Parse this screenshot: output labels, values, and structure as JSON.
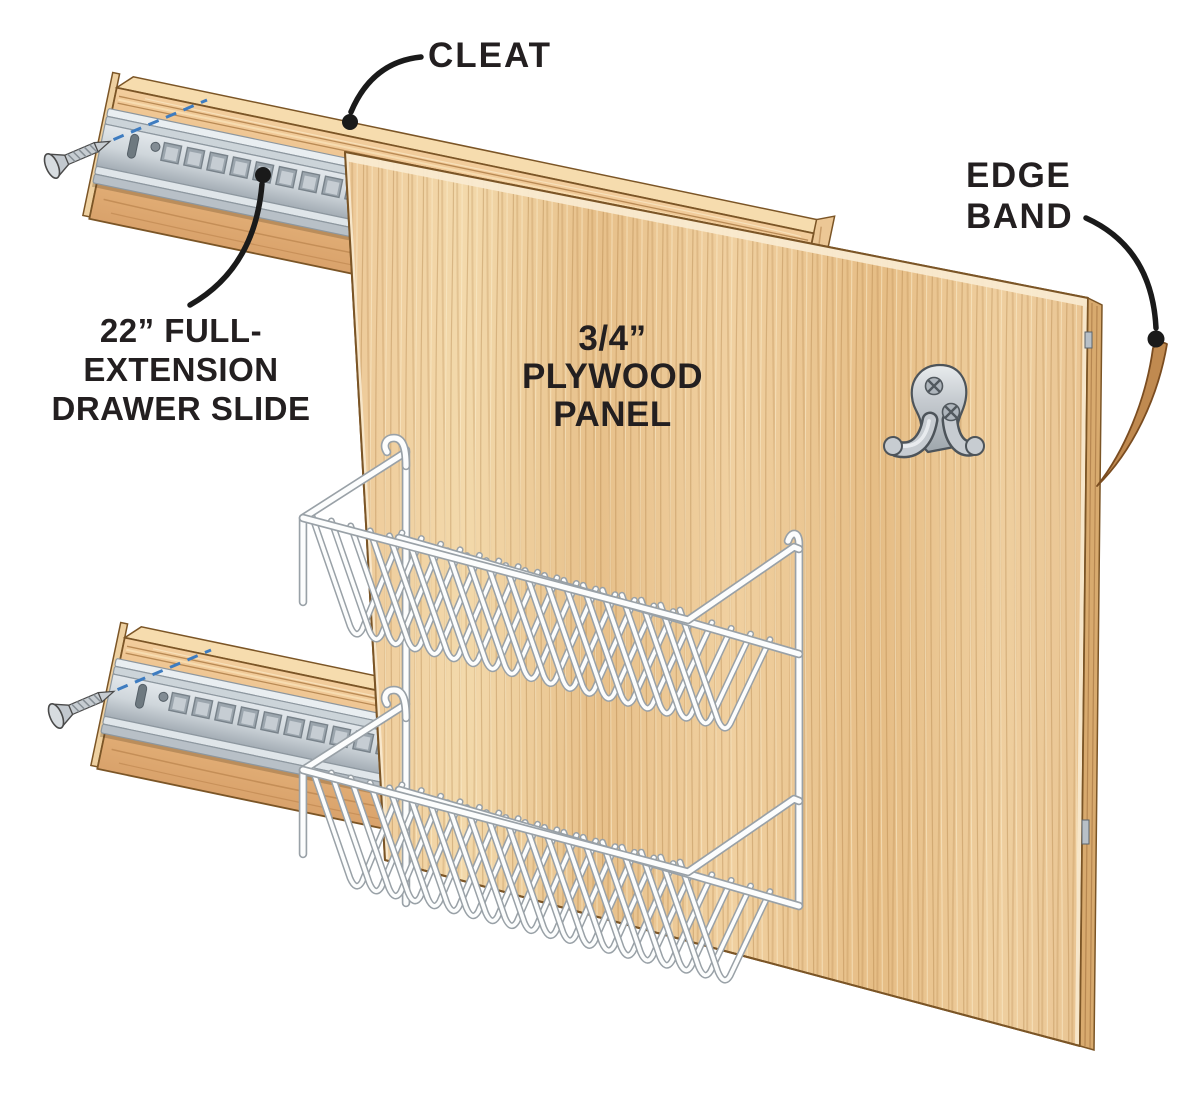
{
  "labels": {
    "cleat": "CLEAT",
    "drawer_slide": "22” FULL-\nEXTENSION\nDRAWER SLIDE",
    "plywood_panel": "3/4”\nPLYWOOD\nPANEL",
    "edge_band": "EDGE\nBAND"
  },
  "colors": {
    "background": "#ffffff",
    "label_text": "#231f20",
    "leader_line": "#1a1a1a",
    "wood_light": "#f6dcae",
    "wood_mid": "#e9c28c",
    "wood_dark": "#d9a26b",
    "wood_outline": "#7b5526",
    "edge_band": "#c08a50",
    "edge_band_outline": "#7a4c20",
    "metal_light": "#e6eaee",
    "metal_mid": "#c7cdd2",
    "metal_dark": "#a4adb5",
    "metal_outline": "#4d545a",
    "wire": "#fcfdfd",
    "wire_outline": "#99a1a7",
    "screw_guide_blue": "#3e7cc0"
  }
}
